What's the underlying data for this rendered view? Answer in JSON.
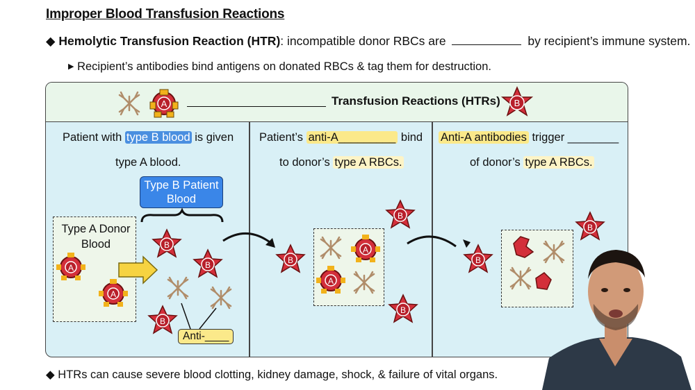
{
  "title": "Improper Blood Transfusion Reactions",
  "bullet1": {
    "bold": "Hemolytic Transfusion Reaction (HTR)",
    "text_a": ": incompatible donor RBCs are",
    "text_b": "by recipient’s immune system."
  },
  "bullet1_sub": "Recipient’s antibodies bind antigens on donated RBCs & tag them for destruction.",
  "panel": {
    "header": "Transfusion Reactions (HTRs)",
    "col1": {
      "line1_a": "Patient with",
      "line1_hl": "type B blood",
      "line1_b": "is given",
      "line2": "type A blood.",
      "patient_label": "Type B Patient Blood",
      "donor_label": "Type A Donor Blood",
      "anti_tag": "Anti-____"
    },
    "col2": {
      "line1_a": "Patient’s",
      "line1_hl": "anti-A_________",
      "line1_b": "bind",
      "line2_a": "to donor’s",
      "line2_hl": "type A RBCs."
    },
    "col3": {
      "line1_hl": "Anti-A antibodies",
      "line1_b": "trigger ________",
      "line2_a": "of donor’s",
      "line2_hl": "type A RBCs."
    },
    "cell_letters": {
      "a": "A",
      "b": "B"
    }
  },
  "footer": "HTRs can cause severe blood clotting, kidney damage, shock, & failure of vital organs.",
  "colors": {
    "cell_red": "#d32f3a",
    "panel_bg": "#d9f0f6",
    "header_bg": "#e9f6ea",
    "highlight_blue": "#4a8fe0",
    "highlight_yellow": "#fbe98a"
  },
  "icons": [
    "bullet-diamond-icon",
    "rbc-type-a-icon",
    "rbc-type-b-icon",
    "antibody-icon",
    "curved-arrow-icon",
    "right-arrow-icon"
  ]
}
